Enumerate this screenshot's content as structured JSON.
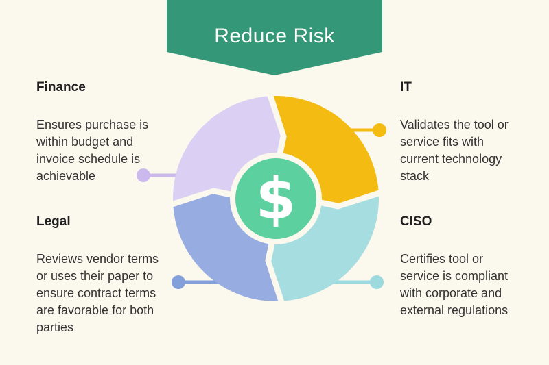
{
  "background_color": "#FBF8EE",
  "banner": {
    "title": "Reduce Risk",
    "color": "#349878",
    "text_color": "#FDFDFA"
  },
  "center": {
    "symbol": "$",
    "circle_color": "#5CD09E",
    "ring_color": "#FBF8EE",
    "symbol_color": "#FFFFFF"
  },
  "text_colors": {
    "heading": "#1F1F1F",
    "body": "#333333"
  },
  "sections": [
    {
      "id": "finance",
      "title": "Finance",
      "description": "Ensures purchase is\nwithin budget and\ninvoice schedule is\nachievable",
      "segment_color": "#DBD0F3",
      "connector_color": "#CBB8EC"
    },
    {
      "id": "it",
      "title": "IT",
      "description": "Validates the tool or\nservice fits with\ncurrent technology\nstack",
      "segment_color": "#F4BB13",
      "connector_color": "#F4BB13"
    },
    {
      "id": "legal",
      "title": "Legal",
      "description": "Reviews vendor terms\nor uses their paper to\nensure contract terms\nare favorable for both\nparties",
      "segment_color": "#97ACE1",
      "connector_color": "#84A0DB"
    },
    {
      "id": "ciso",
      "title": "CISO",
      "description": "Certifies tool or\nservice is compliant\nwith corporate and\nexternal regulations",
      "segment_color": "#A6DDE1",
      "connector_color": "#9CDADE"
    }
  ]
}
